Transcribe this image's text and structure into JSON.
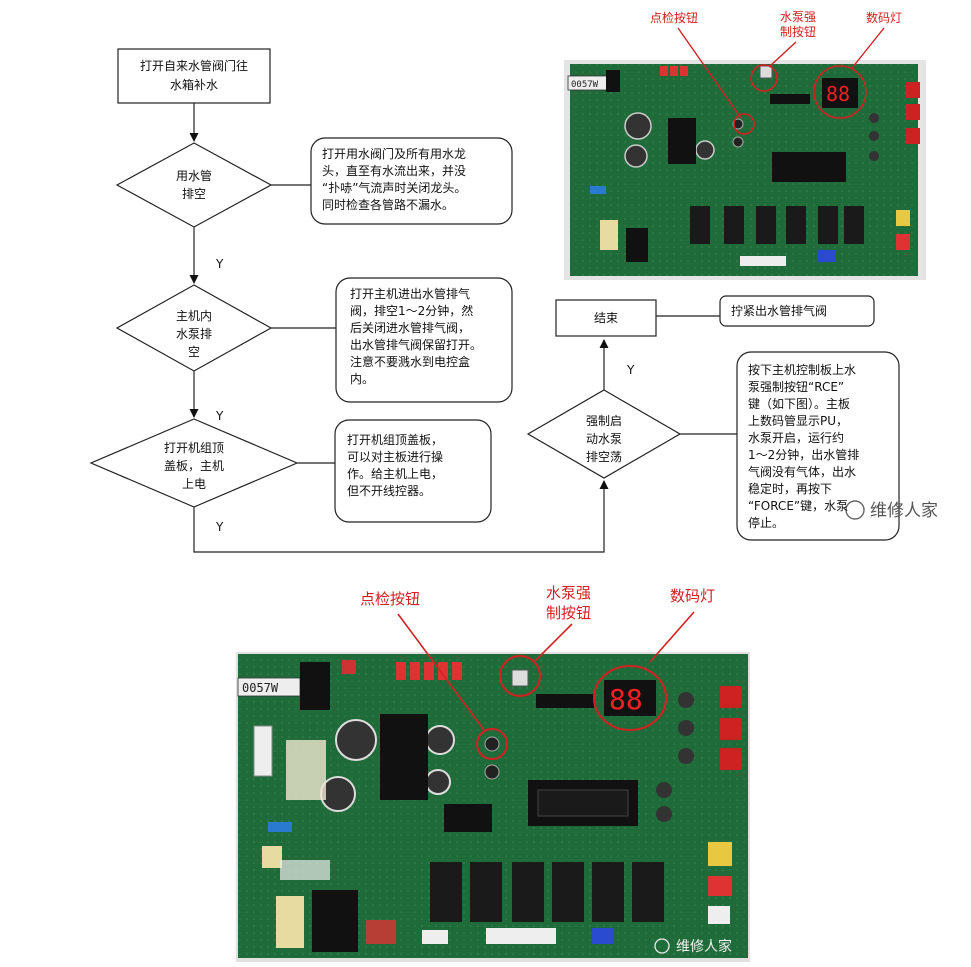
{
  "flow": {
    "step1": [
      "打开自来水管阀门往",
      "水箱补水"
    ],
    "decision1": [
      "用水管",
      "排空"
    ],
    "decision2": [
      "主机内",
      "水泵排",
      "空"
    ],
    "decision3": [
      "打开机组顶",
      "盖板，主机",
      "上电"
    ],
    "decision4": [
      "强制启",
      "动水泵",
      "排空荡"
    ],
    "end": "结束",
    "end_note": "拧紧出水管排气阀",
    "yes": "Y"
  },
  "notes": {
    "note1": [
      "打开用水阀门及所有用水龙",
      "头，直至有水流出来，并没",
      "“扑哧”气流声时关闭龙头。",
      "同时检查各管路不漏水。"
    ],
    "note2": [
      "打开主机进出水管排气",
      "阀，排空1～2分钟，然",
      "后关闭进水管排气阀，",
      "出水管排气阀保留打开。",
      "注意不要溅水到电控盒",
      "内。"
    ],
    "note3": [
      "打开机组顶盖板，",
      "可以对主板进行操",
      "作。给主机上电，",
      "但不开线控器。"
    ],
    "note4": [
      "按下主机控制板上水",
      "泵强制按钮“RCE”",
      "键（如下图）。主板",
      "上数码管显示PU，",
      "水泵开启，运行约",
      "1～2分钟，出水管排",
      "气阀没有气体，出水",
      "稳定时，再按下",
      "“FORCE”键，水泵",
      "停止。"
    ]
  },
  "board_labels": {
    "check_button": "点检按钮",
    "pump_force_button": [
      "水泵强",
      "制按钮"
    ],
    "digital_display": "数码灯",
    "model_tag": "0057W",
    "display_digits": "88"
  },
  "watermark": "维修人家",
  "colors": {
    "annotation_red": "#d42020",
    "pcb_green": "#1f6b3a",
    "relay_black": "#1a1a1a"
  }
}
